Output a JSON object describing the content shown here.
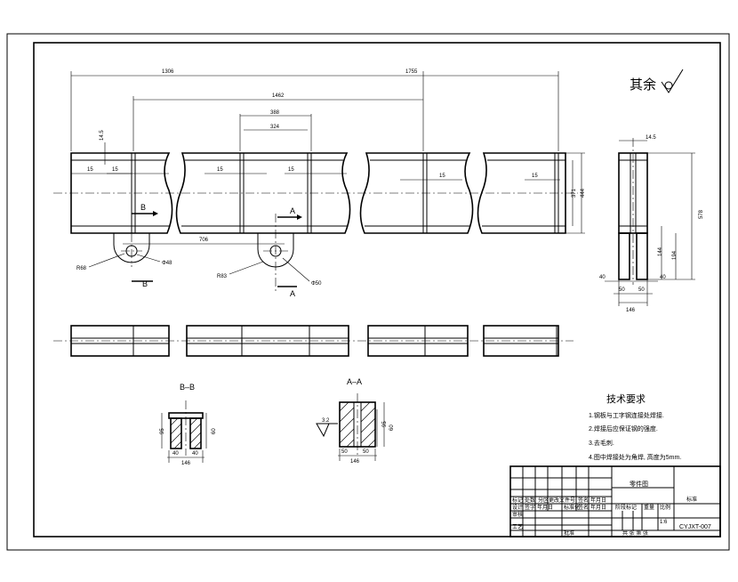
{
  "drawing": {
    "surface_mark": "其余",
    "dims": {
      "d1306": "1306",
      "d1755": "1755",
      "d1462": "1462",
      "d388": "388",
      "d324": "324",
      "d14_5": "14.5",
      "d15": "15",
      "d706": "706",
      "dR68": "R68",
      "dR83": "R83",
      "dphi48": "Φ48",
      "dphi50": "Φ50",
      "d371": "371",
      "d444": "444",
      "d578": "578",
      "d144": "144",
      "d194": "194",
      "d40": "40",
      "d50": "50",
      "d146": "146",
      "d95": "95",
      "d60": "60",
      "d3_2": "3.2"
    },
    "section_labels": {
      "b": "B",
      "a": "A",
      "bb": "B–B",
      "aa": "A–A"
    },
    "tech": {
      "title": "技术要求",
      "items": [
        "1.钢板与工字钢连接处焊接.",
        "2.焊接后应保证钢的强度.",
        "3.去毛刺.",
        "4.图中焊接处为角焊, 高度为5mm."
      ]
    },
    "title_block": {
      "part_name": "零件图",
      "material": "标准",
      "drawing_no": "CYJXT-007",
      "scale": "1:6",
      "header_cells": [
        "标记",
        "处数",
        "分区",
        "更改文件号",
        "签名",
        "年月日"
      ],
      "row2_cells": [
        "设计",
        "签字",
        "年月日",
        "标准化",
        "签名",
        "年月日"
      ],
      "row3_cells": [
        "审核"
      ],
      "row4_cells": [
        "工艺",
        "批准"
      ],
      "stage_cells": [
        "阶段标记",
        "重量",
        "比例"
      ],
      "sheet_text": "共 张  第 张"
    }
  }
}
